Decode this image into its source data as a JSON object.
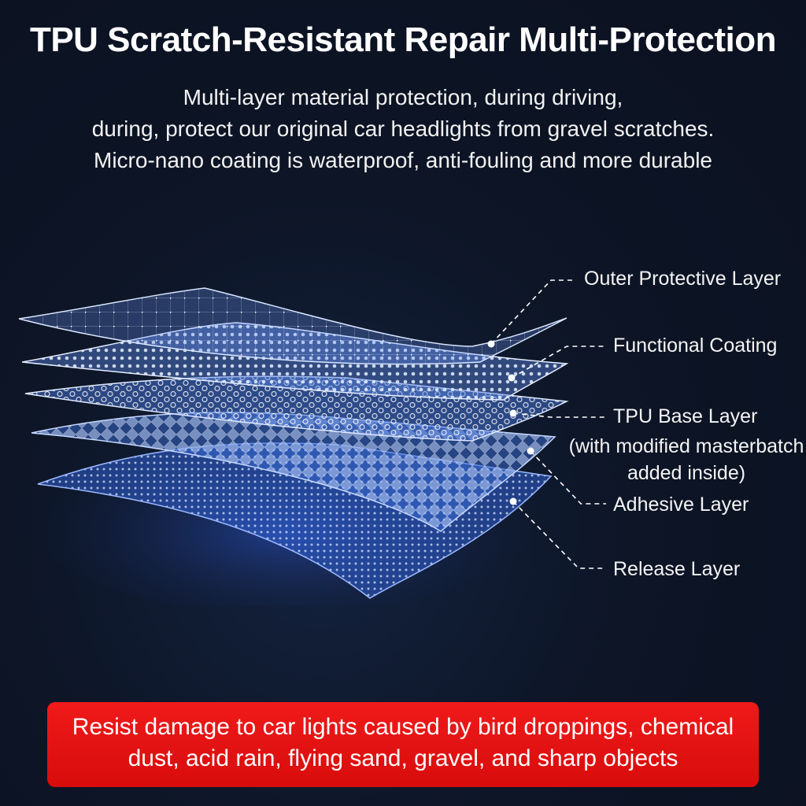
{
  "header": {
    "title": "TPU Scratch-Resistant Repair Multi-Protection",
    "subtitle_lines": [
      "Multi-layer material protection, during driving,",
      "during, protect our original car headlights from gravel scratches.",
      "Micro-nano coating is waterproof, anti-fouling and more durable"
    ]
  },
  "layers": [
    {
      "label": "Outer Protective Layer",
      "pattern": "grid-icon"
    },
    {
      "label": "Functional Coating",
      "pattern": "dots-icon"
    },
    {
      "label": "TPU Base Layer",
      "sublabel_lines": [
        "(with modified masterbatch",
        "added inside)"
      ],
      "pattern": "hexagon-icon"
    },
    {
      "label": "Adhesive Layer",
      "pattern": "diamond-icon"
    },
    {
      "label": "Release Layer",
      "pattern": "dots-icon"
    }
  ],
  "banner": {
    "lines": [
      "Resist damage to car lights caused by bird droppings, chemical",
      "dust, acid rain, flying sand, gravel, and sharp objects"
    ]
  },
  "colors": {
    "background": "#0d1526",
    "banner": "#e01212",
    "layer_glow": "#6f9cff",
    "text": "#ffffff"
  }
}
